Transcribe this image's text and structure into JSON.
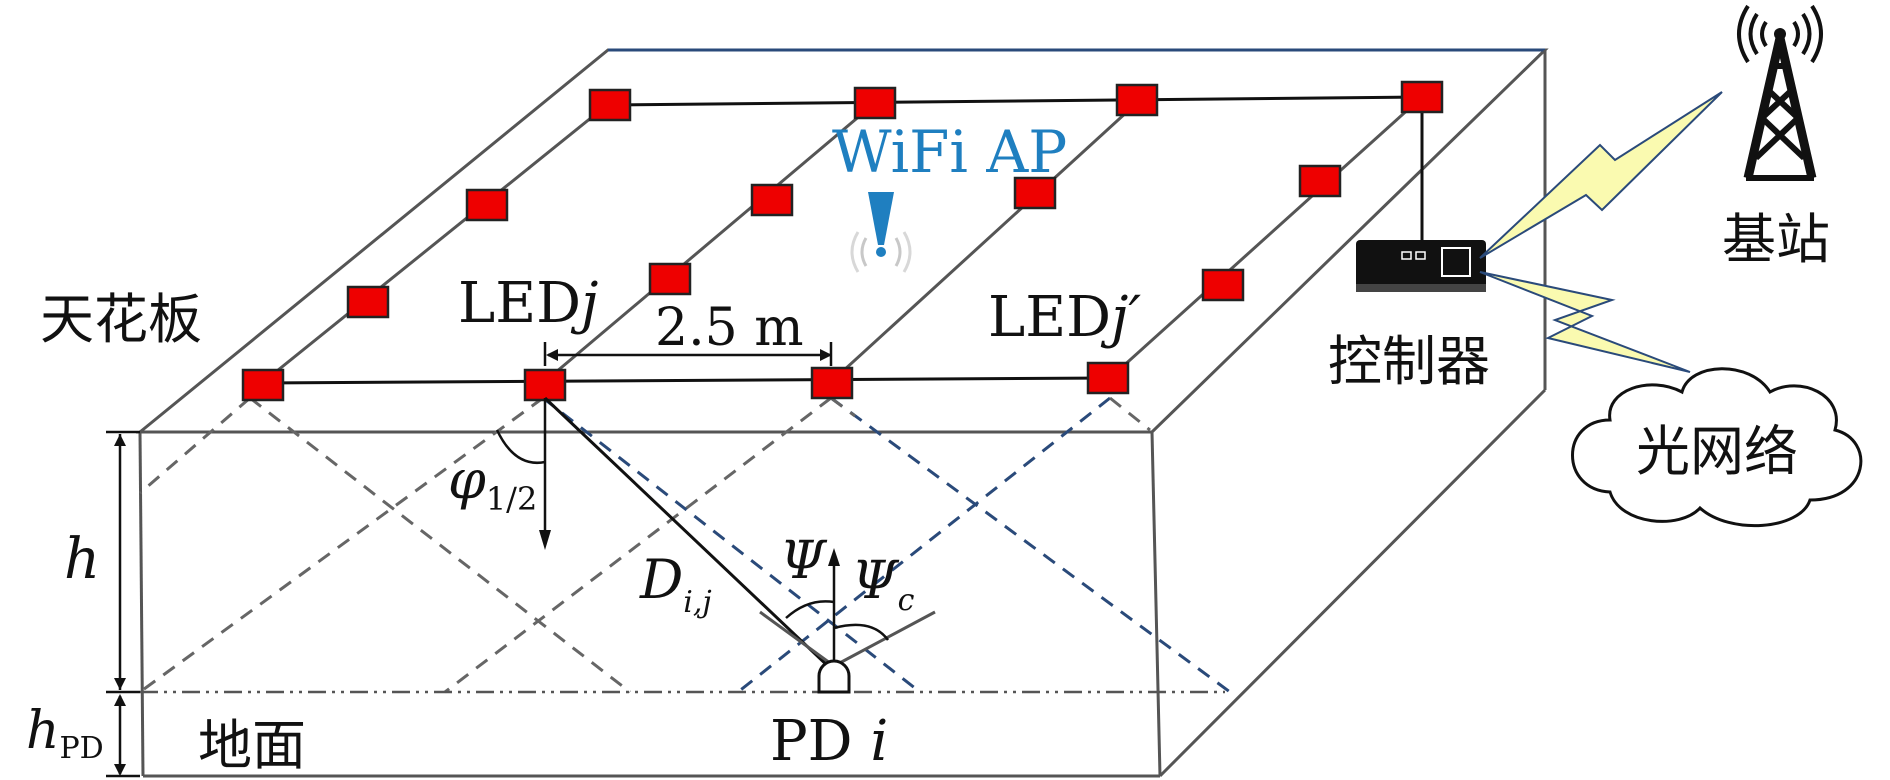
{
  "labels": {
    "ceiling": "天花板",
    "floor": "地面",
    "controller": "控制器",
    "base_station": "基站",
    "optical_network": "光网络",
    "wifi_ap": "WiFi AP",
    "led_j": "LED",
    "led_j_sub": "j",
    "led_jp": "LED",
    "led_jp_sub": "j′",
    "spacing": "2.5 m",
    "h": "h",
    "h_pd": "h",
    "h_pd_sub": "PD",
    "phi": "φ",
    "phi_sub": "1/2",
    "distance": "D",
    "distance_sub": "i,j",
    "psi": "Ψ",
    "psi_c": "Ψ",
    "psi_c_sub": "c",
    "pd": "PD ",
    "pd_i": "i"
  },
  "colors": {
    "led": "#ee0000",
    "wifi": "#1f7fc0",
    "beam_blue": "#2a4a7a",
    "lightning": "#fafab0"
  },
  "icons": {
    "wifi": "wifi-ap-icon",
    "tower": "antenna-tower-icon",
    "cloud": "cloud-icon",
    "router": "controller-box-icon",
    "lightning": "lightning-bolt-icon"
  }
}
